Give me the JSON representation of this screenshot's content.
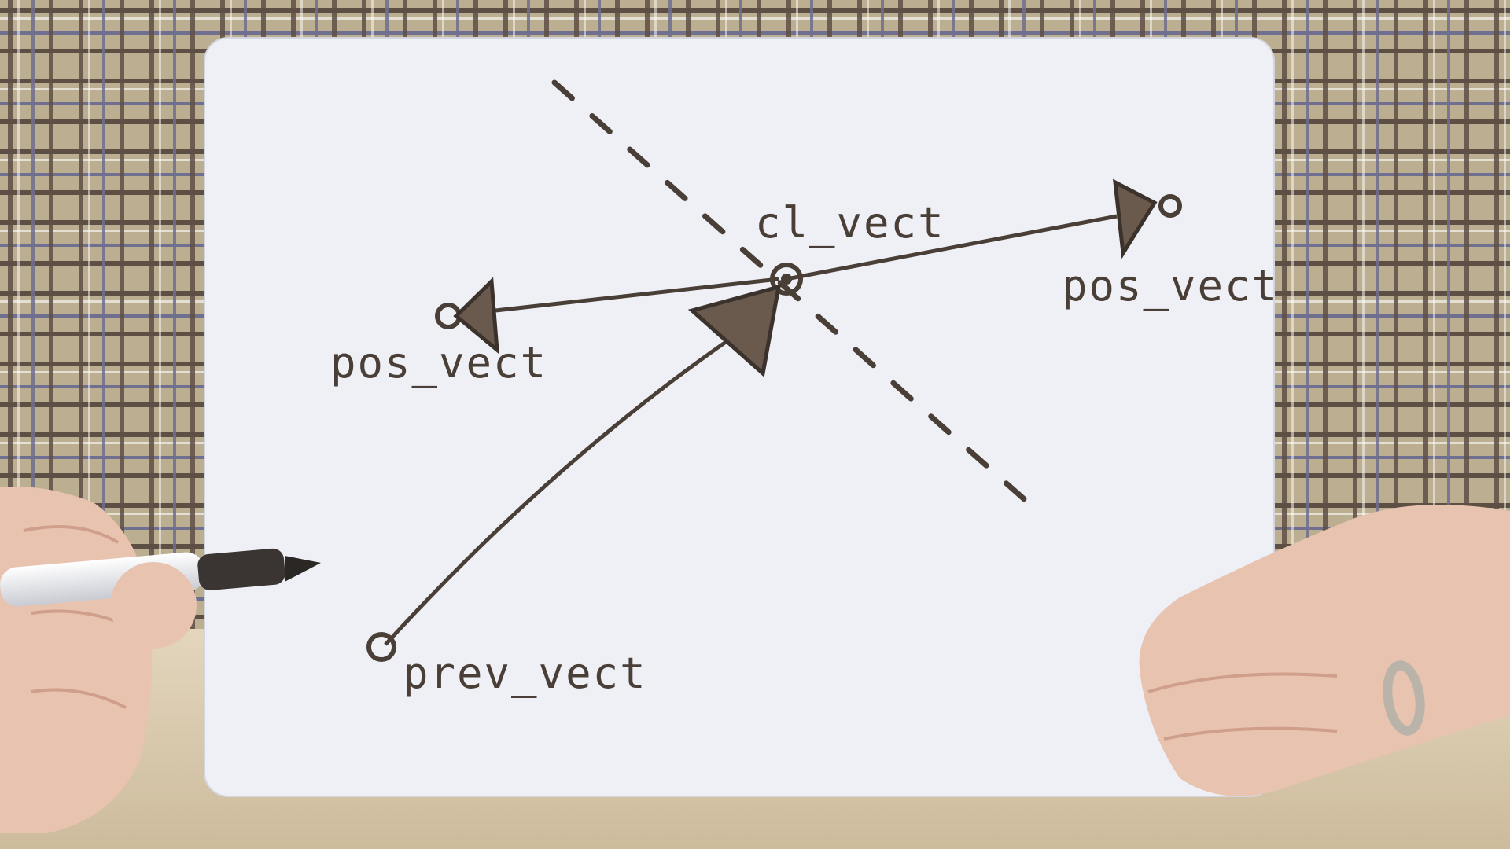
{
  "whiteboard": {
    "labels": {
      "top_center": "cl_vect",
      "top_right": "pos_vect",
      "left": "pos_vect",
      "bottom_left": "prev_vect"
    }
  },
  "colors": {
    "marker_ink": "#4a3f37",
    "board": "#eef0f6",
    "shirt_base": "#b8a98a",
    "shirt_dark_stripe": "#5e4f45",
    "shirt_blue_stripe": "#6f6f8f",
    "table": "#d9c9ad",
    "skin": "#e8c3b0"
  },
  "icons": {
    "marker": "marker-pen-icon",
    "ring": "wedding-ring-icon"
  }
}
